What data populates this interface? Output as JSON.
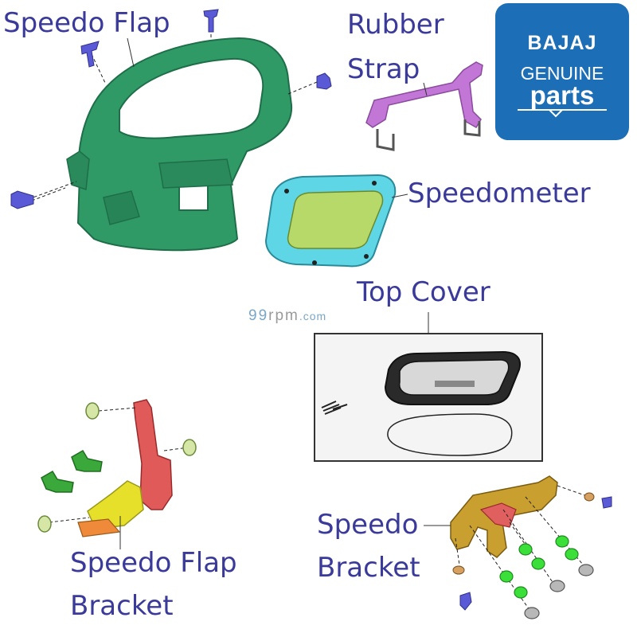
{
  "labels": {
    "speedo_flap": "Speedo Flap",
    "rubber_strap_line1": "Rubber",
    "rubber_strap_line2": "Strap",
    "speedometer": "Speedometer",
    "top_cover": "Top Cover",
    "speedo_flap_bracket_line1": "Speedo Flap",
    "speedo_flap_bracket_line2": "Bracket",
    "speedo_bracket_line1": "Speedo",
    "speedo_bracket_line2": "Bracket"
  },
  "logo": {
    "brand": "BAJAJ",
    "line2": "GENUINE",
    "line3": "parts",
    "bg_color": "#1c6eb6"
  },
  "watermark": {
    "part1": "99",
    "part2": "rpm",
    "part3": ".com"
  },
  "colors": {
    "label_text": "#3a3a9a",
    "flap_green": "#2f9a66",
    "strap_purple": "#c277d6",
    "speedo_cyan": "#5fd6e6",
    "bracket_red": "#e05a5a",
    "bracket_gold": "#c9a030",
    "fastener_blue": "#5a5ad6"
  }
}
